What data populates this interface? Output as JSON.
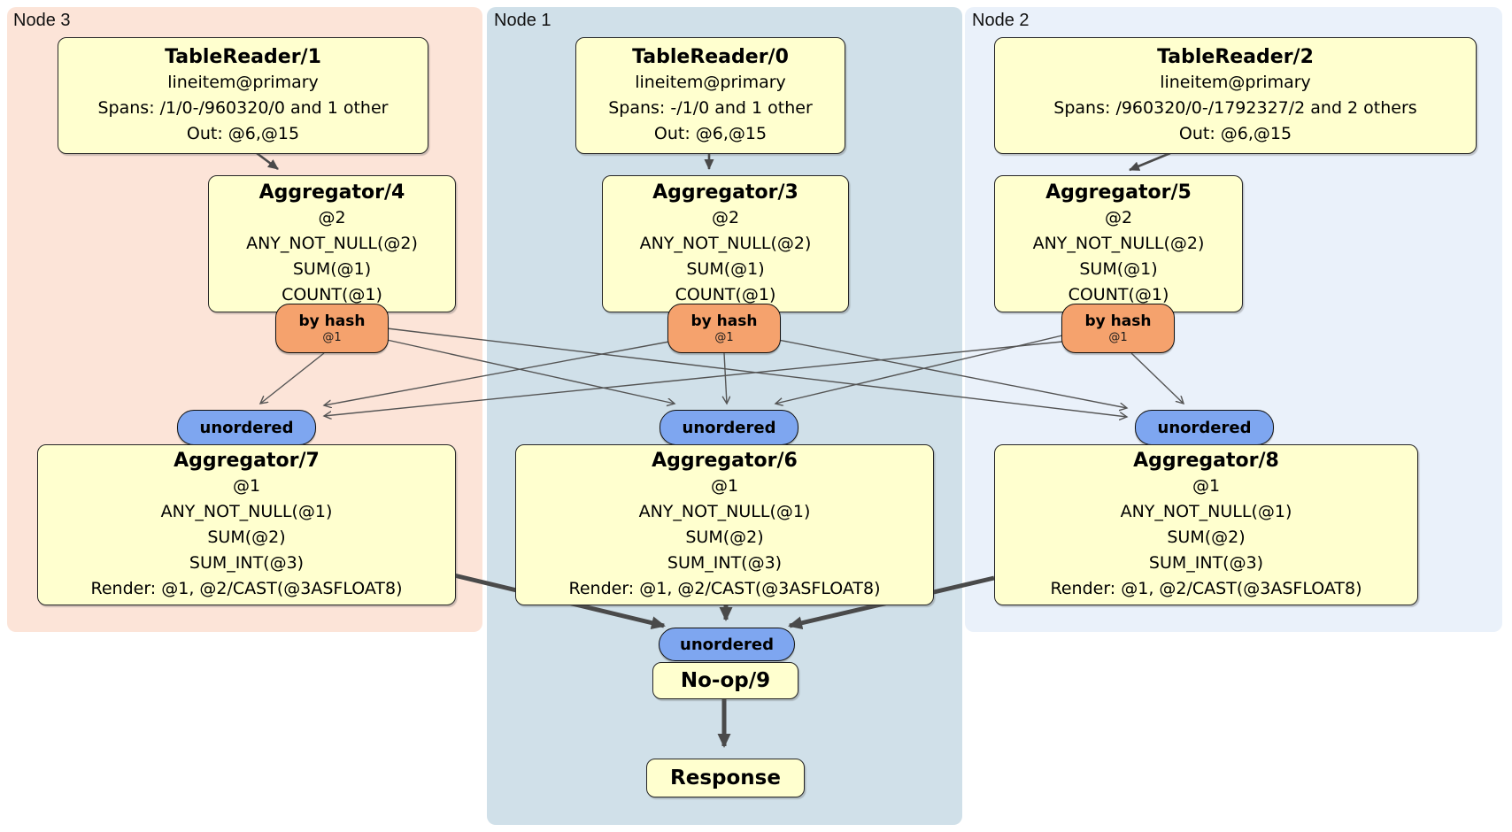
{
  "regions": [
    {
      "id": "node3",
      "label": "Node 3"
    },
    {
      "id": "node1",
      "label": "Node 1"
    },
    {
      "id": "node2",
      "label": "Node 2"
    }
  ],
  "processors": {
    "tablereader1": {
      "title": "TableReader/1",
      "lines": [
        "lineitem@primary",
        "Spans: /1/0-/960320/0 and 1 other",
        "Out: @6,@15"
      ]
    },
    "tablereader0": {
      "title": "TableReader/0",
      "lines": [
        "lineitem@primary",
        "Spans: -/1/0 and 1 other",
        "Out: @6,@15"
      ]
    },
    "tablereader2": {
      "title": "TableReader/2",
      "lines": [
        "lineitem@primary",
        "Spans: /960320/0-/1792327/2 and 2 others",
        "Out: @6,@15"
      ]
    },
    "aggregator4": {
      "title": "Aggregator/4",
      "lines": [
        "@2",
        "ANY_NOT_NULL(@2)",
        "SUM(@1)",
        "COUNT(@1)"
      ]
    },
    "aggregator3": {
      "title": "Aggregator/3",
      "lines": [
        "@2",
        "ANY_NOT_NULL(@2)",
        "SUM(@1)",
        "COUNT(@1)"
      ]
    },
    "aggregator5": {
      "title": "Aggregator/5",
      "lines": [
        "@2",
        "ANY_NOT_NULL(@2)",
        "SUM(@1)",
        "COUNT(@1)"
      ]
    },
    "aggregator7": {
      "title": "Aggregator/7",
      "lines": [
        "@1",
        "ANY_NOT_NULL(@1)",
        "SUM(@2)",
        "SUM_INT(@3)",
        "Render: @1, @2/CAST(@3ASFLOAT8)"
      ]
    },
    "aggregator6": {
      "title": "Aggregator/6",
      "lines": [
        "@1",
        "ANY_NOT_NULL(@1)",
        "SUM(@2)",
        "SUM_INT(@3)",
        "Render: @1, @2/CAST(@3ASFLOAT8)"
      ]
    },
    "aggregator8": {
      "title": "Aggregator/8",
      "lines": [
        "@1",
        "ANY_NOT_NULL(@1)",
        "SUM(@2)",
        "SUM_INT(@3)",
        "Render: @1, @2/CAST(@3ASFLOAT8)"
      ]
    },
    "noop9": {
      "title": "No-op/9"
    },
    "response": {
      "title": "Response"
    }
  },
  "routers": {
    "by_hash_label": "by hash",
    "by_hash_key": "@1",
    "unordered_label": "unordered"
  },
  "colors": {
    "node3_bg": "#fce4d8",
    "node1_bg": "#d0e0e9",
    "node2_bg": "#eaf1fa",
    "processor_bg": "#ffffcf",
    "hash_router_bg": "#f5a26d",
    "sync_pill_bg": "#7ea6f0",
    "edge_thin": "#545454",
    "edge_thick": "#4a4a4a"
  }
}
